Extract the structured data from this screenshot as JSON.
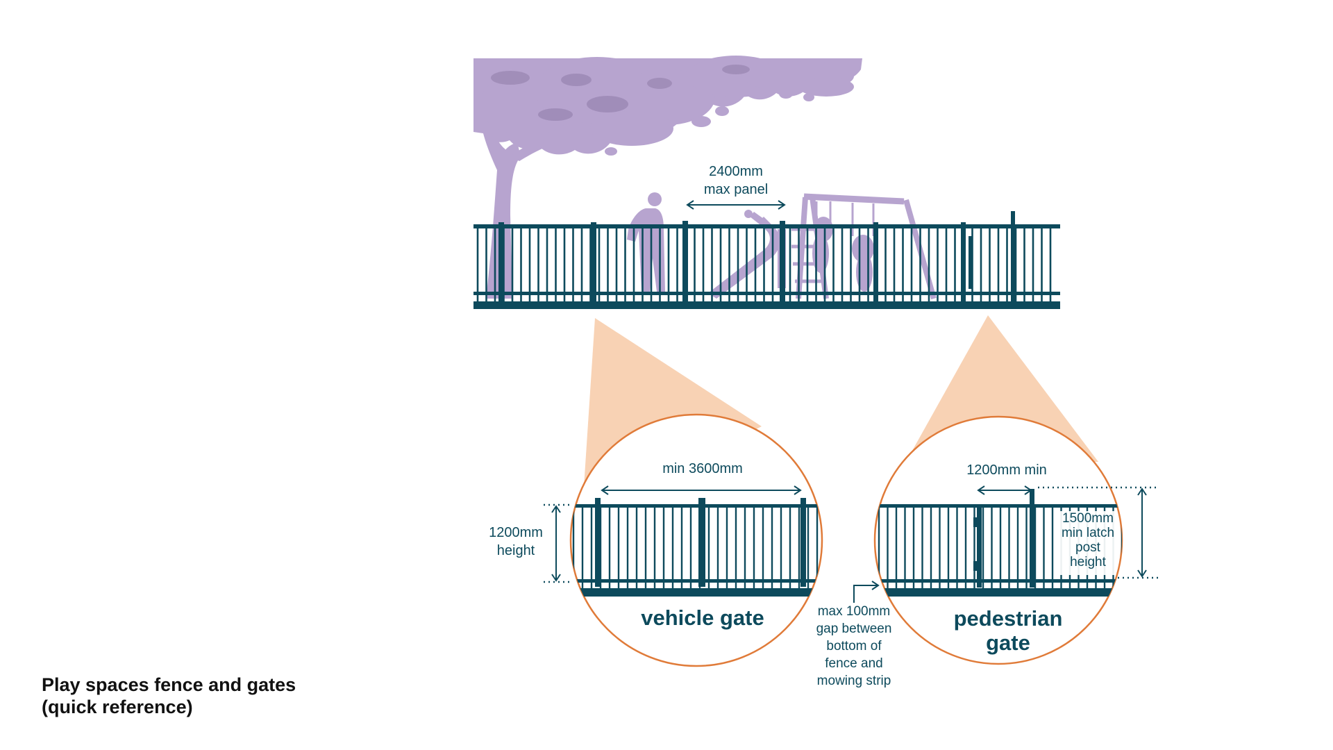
{
  "colors": {
    "fence": "#0d4a5c",
    "tree": "#b7a4cf",
    "callout_fill": "#f8d2b4",
    "circle_stroke": "#e07b39",
    "label": "#0d4a5c",
    "caption": "#111111"
  },
  "labels": {
    "panel_top": "2400mm",
    "panel_bottom": "max panel",
    "vehicle_width": "min 3600mm",
    "vehicle_height_1": "1200mm",
    "vehicle_height_2": "height",
    "vehicle_gate_title": "vehicle gate",
    "gap_1": "max 100mm",
    "gap_2": "gap between",
    "gap_3": "bottom of",
    "gap_4": "fence and",
    "gap_5": "mowing strip",
    "ped_width": "1200mm min",
    "latch_1": "1500mm",
    "latch_2": "min latch",
    "latch_3": "post",
    "latch_4": "height",
    "ped_title_1": "pedestrian",
    "ped_title_2": "gate"
  },
  "caption": {
    "line1": "Play spaces fence and gates",
    "line2": "(quick reference)"
  },
  "icons": [
    "tree-icon",
    "person-icon",
    "slide-icon",
    "swing-set-icon",
    "dimension-arrow-icon"
  ]
}
